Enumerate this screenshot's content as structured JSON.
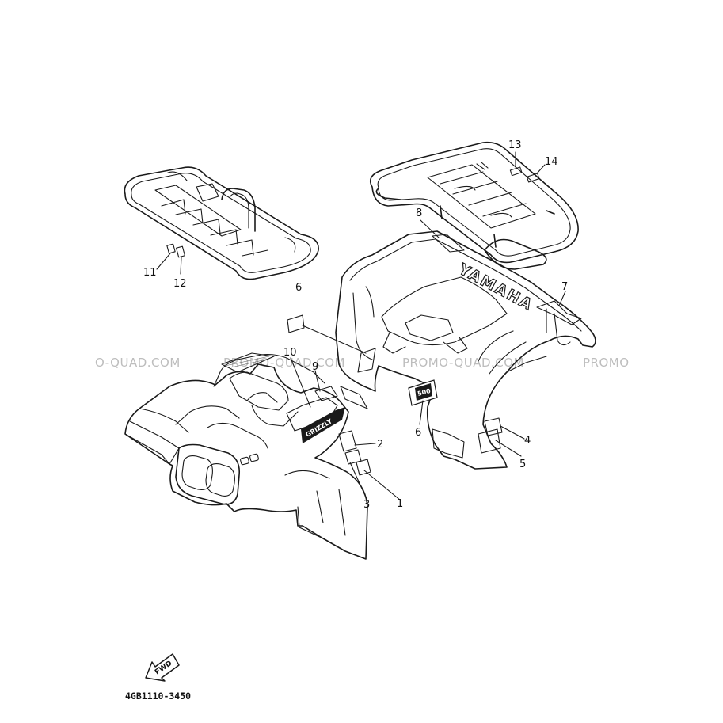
{
  "watermarks": [
    "O-QUAD.COM",
    "PROMO-QUAD.COM",
    "PROMO-QUAD.COM",
    "PROMO"
  ],
  "callouts": {
    "c1": "1",
    "c2": "2",
    "c3": "3",
    "c4": "4",
    "c5": "5",
    "c6a": "6",
    "c6b": "6",
    "c7": "7",
    "c8": "8",
    "c9": "9",
    "c10": "10",
    "c11": "11",
    "c12": "12",
    "c13": "13",
    "c14": "14"
  },
  "body_lettering": "YAMAHA",
  "decal_500": "500",
  "front_decal_text": "GRIZZLY",
  "fwd_arrow_label": "FWD",
  "diagram_code": "4GB1110-3450"
}
